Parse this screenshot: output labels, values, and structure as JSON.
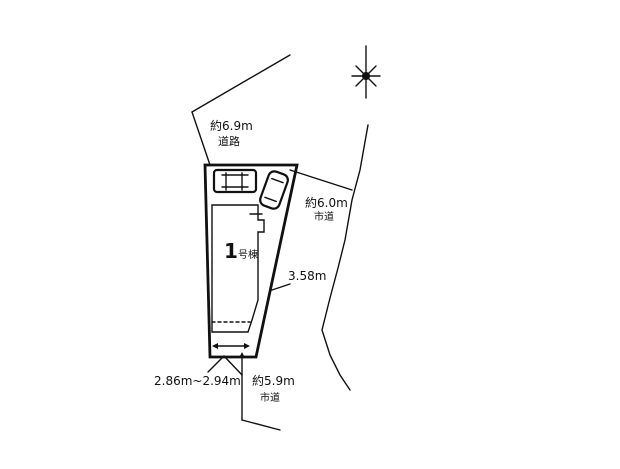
{
  "plan": {
    "road_north": {
      "distance": "約6.9m",
      "type": "道路"
    },
    "road_east": {
      "distance": "約6.0m",
      "type": "市道"
    },
    "road_south": {
      "distance": "約5.9m",
      "type": "市道"
    },
    "lot": {
      "number": "1",
      "suffix": "号棟"
    },
    "dim_side": "3.58m",
    "dim_frontage": "2.86m~2.94m"
  }
}
